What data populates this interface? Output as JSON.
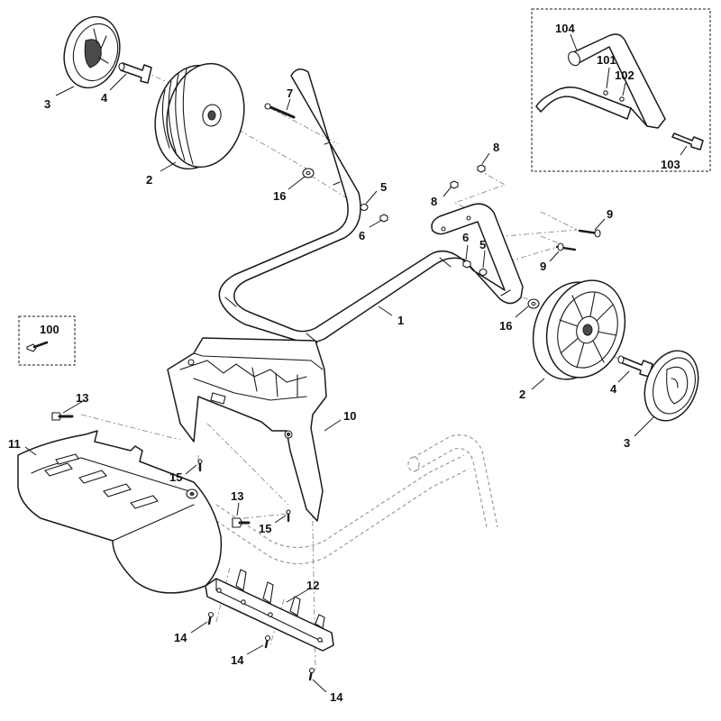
{
  "callouts": {
    "c1": "1",
    "c2a": "2",
    "c2b": "2",
    "c3a": "3",
    "c3b": "3",
    "c4a": "4",
    "c4b": "4",
    "c5a": "5",
    "c5b": "5",
    "c6a": "6",
    "c6b": "6",
    "c7": "7",
    "c8a": "8",
    "c8b": "8",
    "c9a": "9",
    "c9b": "9",
    "c10": "10",
    "c11": "11",
    "c12": "12",
    "c13a": "13",
    "c13b": "13",
    "c14a": "14",
    "c14b": "14",
    "c14c": "14",
    "c15a": "15",
    "c15b": "15",
    "c16a": "16",
    "c16b": "16",
    "c100": "100",
    "c101": "101",
    "c102": "102",
    "c103": "103",
    "c104": "104"
  }
}
